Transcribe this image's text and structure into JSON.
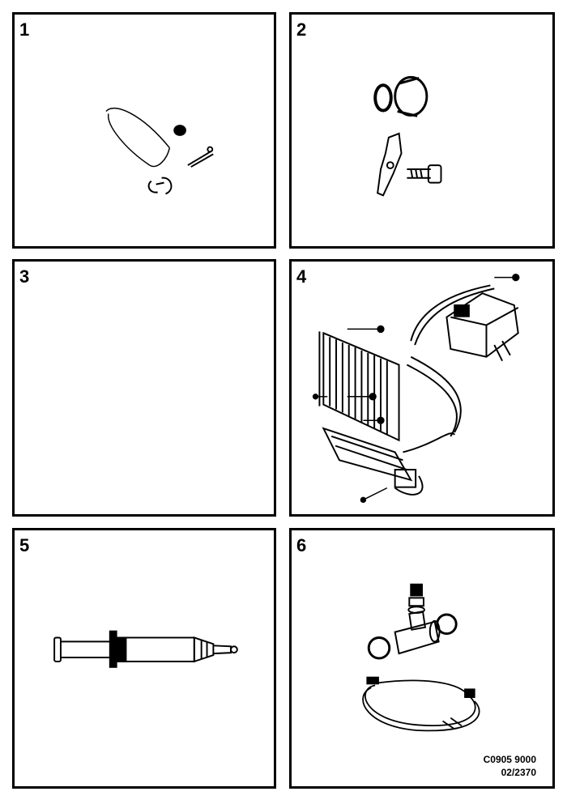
{
  "panels": [
    {
      "number": "1"
    },
    {
      "number": "2"
    },
    {
      "number": "3"
    },
    {
      "number": "4"
    },
    {
      "number": "5"
    },
    {
      "number": "6"
    }
  ],
  "drawing_code": "C0905 9000",
  "drawing_ref": "02/2370"
}
